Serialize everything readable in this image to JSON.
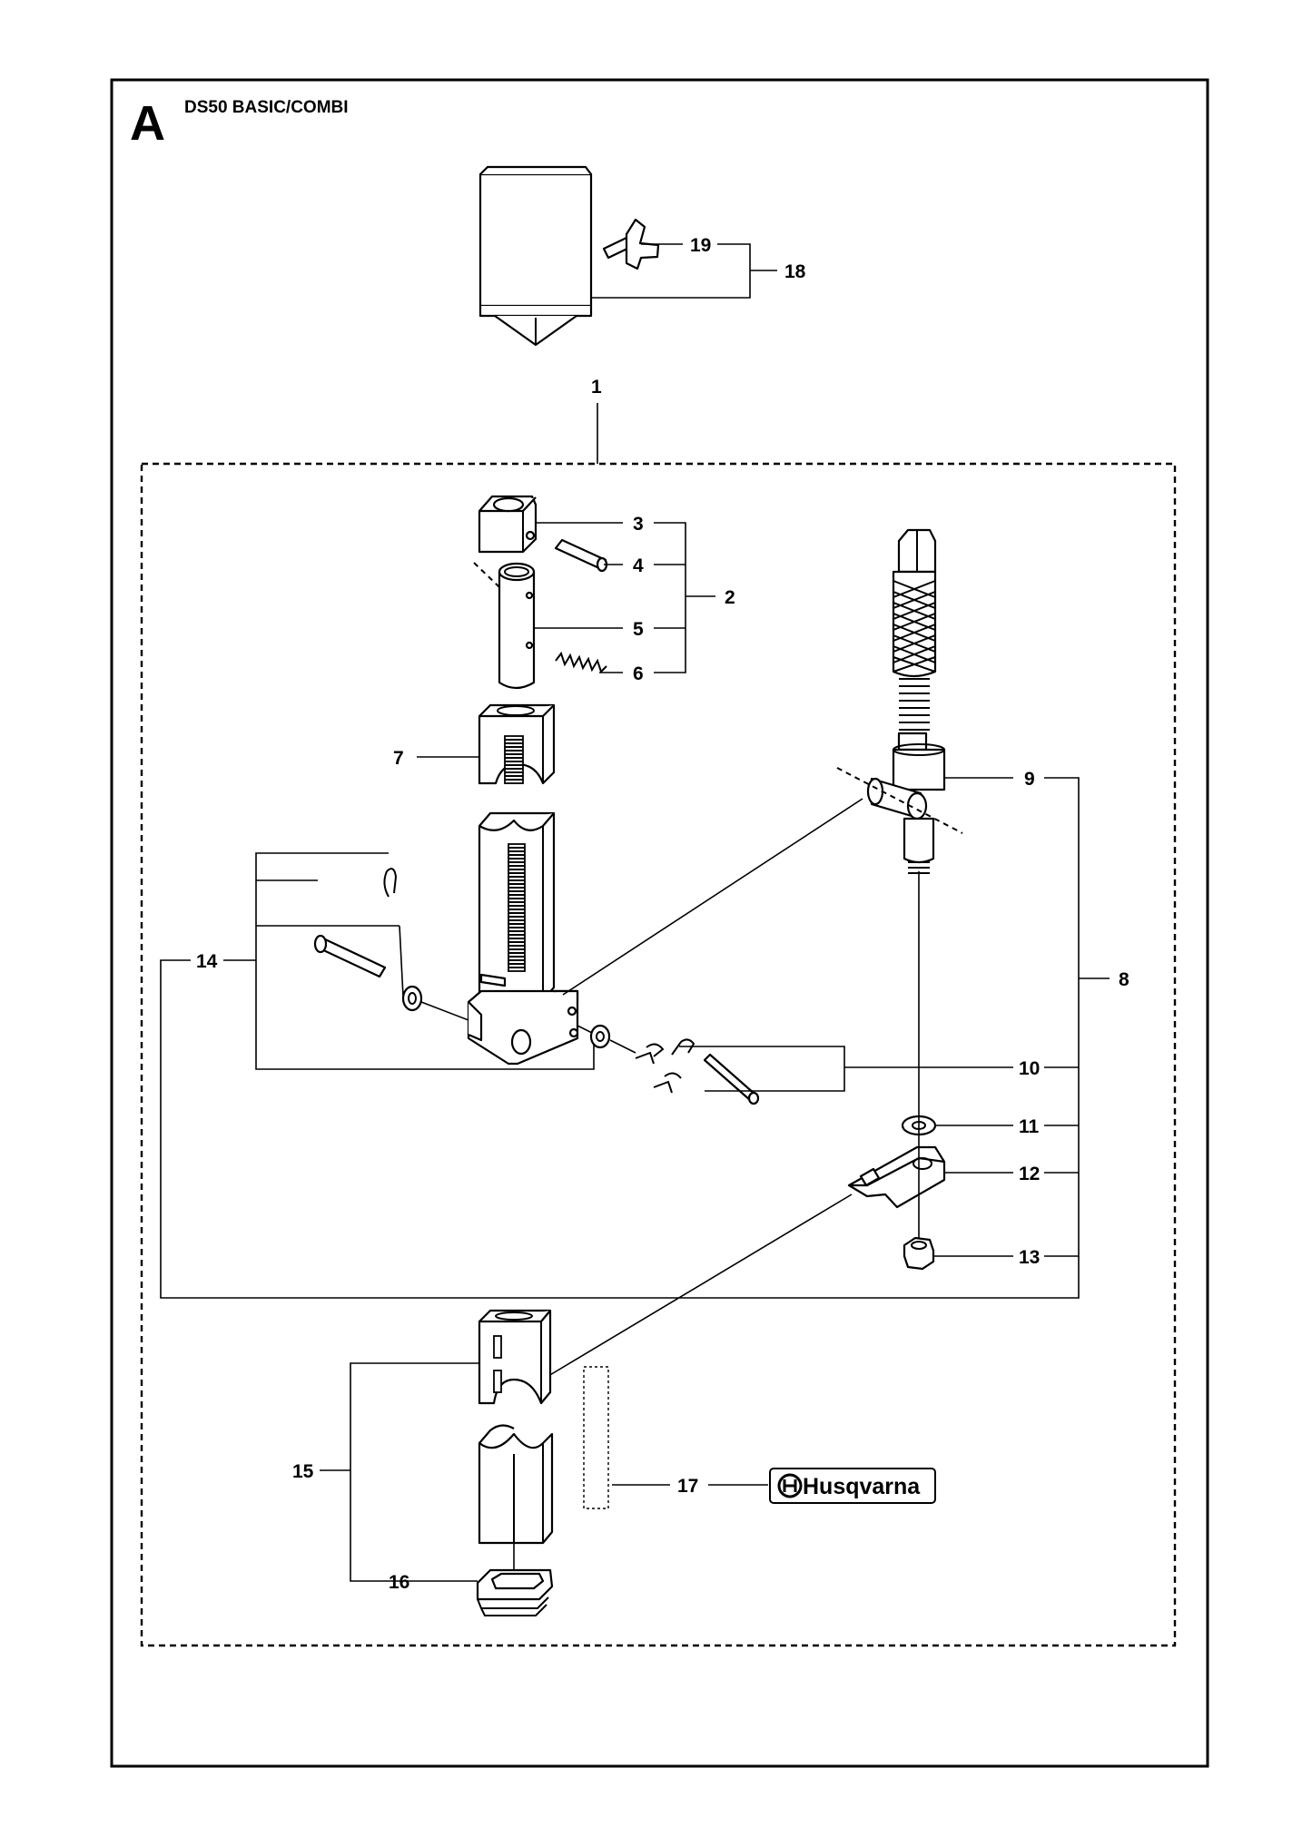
{
  "header": {
    "section": "A",
    "title": "DS50 BASIC/COMBI"
  },
  "callouts": {
    "c1": "1",
    "c2": "2",
    "c3": "3",
    "c4": "4",
    "c5": "5",
    "c6": "6",
    "c7": "7",
    "c8": "8",
    "c9": "9",
    "c10": "10",
    "c11": "11",
    "c12": "12",
    "c13": "13",
    "c14": "14",
    "c15": "15",
    "c16": "16",
    "c17": "17",
    "c18": "18",
    "c19": "19"
  },
  "decal": {
    "brand": "Husqvarna",
    "logo_mark": "husqvarna-crown-icon"
  }
}
